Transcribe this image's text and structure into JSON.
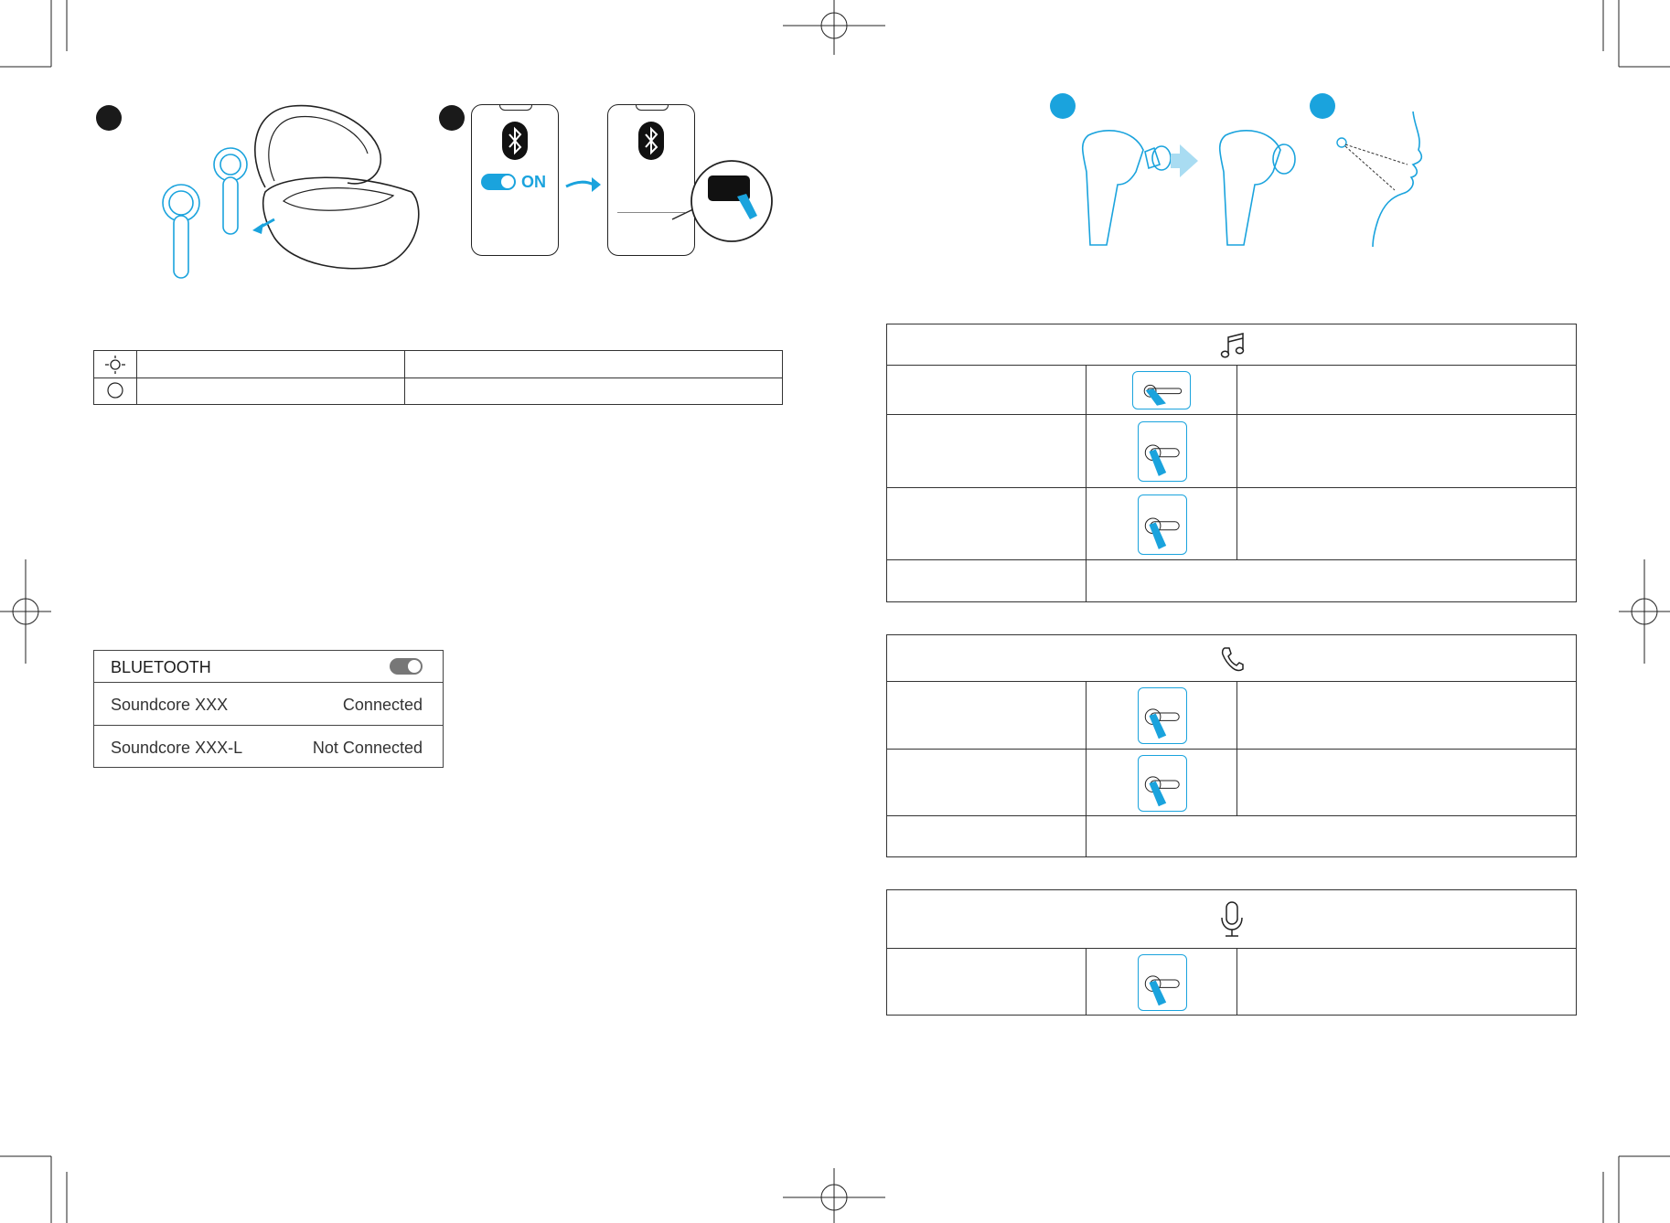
{
  "colors": {
    "accent": "#1aa3dd",
    "ink": "#1a1a1a",
    "rule": "#333333"
  },
  "step_badges": [
    "black-badge-1",
    "black-badge-2",
    "blue-badge-3",
    "blue-badge-4"
  ],
  "phone_toggle": {
    "label": "ON"
  },
  "bluetooth_panel": {
    "title": "BLUETOOTH",
    "devices": [
      {
        "name": "Soundcore XXX",
        "status": "Connected"
      },
      {
        "name": "Soundcore XXX-L",
        "status": "Not Connected"
      }
    ]
  },
  "indicator_table": {
    "icons": [
      "led-blink-icon",
      "led-off-icon"
    ]
  },
  "control_tables": {
    "music": {
      "icon": "music-note-icon",
      "gestures": [
        "play-pause-tap-icon",
        "next-track-tap-icon",
        "previous-track-tap-icon"
      ]
    },
    "call": {
      "icon": "phone-call-icon",
      "gestures": [
        "answer-end-call-tap-icon",
        "reject-call-hold-icon"
      ]
    },
    "voice": {
      "icon": "microphone-icon",
      "gestures": [
        "voice-assistant-hold-icon"
      ]
    }
  }
}
